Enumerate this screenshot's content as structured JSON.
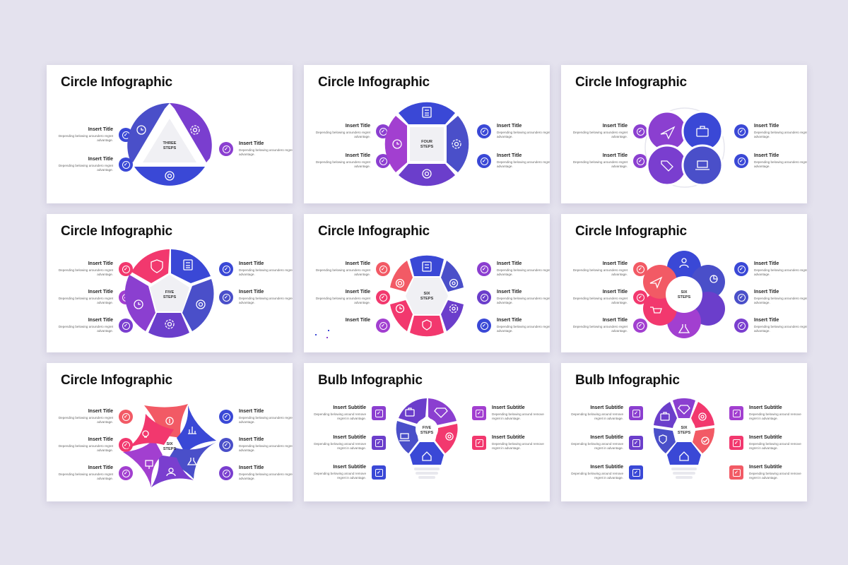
{
  "colors": {
    "blue": "#3a48d6",
    "indigo": "#4a4fc9",
    "purple": "#8b3fd0",
    "violet": "#6b3ecb",
    "pink": "#f2386e",
    "coral": "#f25a65"
  },
  "slides": [
    {
      "title": "Circle Infographic",
      "center": [
        "THREE",
        "STEPS"
      ],
      "items": [
        {
          "title": "Insert Title",
          "desc": "Depending belowing aroundero regret advantage.",
          "color": "#3a48d6"
        },
        {
          "title": "Insert Title",
          "desc": "Depending belowing aroundero regret advantage.",
          "color": "#3a48d6"
        },
        {
          "title": "Insert Title",
          "desc": "Depending belowing aroundero regret advantage.",
          "color": "#8b3fd0"
        }
      ]
    },
    {
      "title": "Circle Infographic",
      "center": [
        "FOUR",
        "STEPS"
      ],
      "items": [
        {
          "title": "Insert Title",
          "desc": "Depending belowing aroundero regret advantage.",
          "color": "#8b3fd0"
        },
        {
          "title": "Insert Title",
          "desc": "Depending belowing aroundero regret advantage.",
          "color": "#8b3fd0"
        },
        {
          "title": "Insert Title",
          "desc": "Depending belowing aroundero regret advantage.",
          "color": "#3a48d6"
        },
        {
          "title": "Insert Title",
          "desc": "Depending belowing aroundero regret advantage.",
          "color": "#3a48d6"
        }
      ]
    },
    {
      "title": "Circle Infographic",
      "center": [],
      "items": [
        {
          "title": "Insert Title",
          "desc": "Depending belowing aroundero regret advantage.",
          "color": "#8b3fd0"
        },
        {
          "title": "Insert Title",
          "desc": "Depending belowing aroundero regret advantage.",
          "color": "#8b3fd0"
        },
        {
          "title": "Insert Title",
          "desc": "Depending belowing aroundero regret advantage.",
          "color": "#3a48d6"
        },
        {
          "title": "Insert Title",
          "desc": "Depending belowing aroundero regret advantage.",
          "color": "#3a48d6"
        }
      ]
    },
    {
      "title": "Circle Infographic",
      "center": [
        "FIVE",
        "STEPS"
      ],
      "items": [
        {
          "title": "Insert Title",
          "desc": "Depending belowing aroundero regret advantage.",
          "color": "#f2386e"
        },
        {
          "title": "Insert Title",
          "desc": "Depending belowing aroundero regret advantage.",
          "color": "#a23fd0"
        },
        {
          "title": "Insert Title",
          "desc": "Depending belowing aroundero regret advantage.",
          "color": "#7a3ecf"
        },
        {
          "title": "Insert Title",
          "desc": "Depending belowing aroundero regret advantage.",
          "color": "#3a48d6"
        },
        {
          "title": "Insert Title",
          "desc": "Depending belowing aroundero regret advantage.",
          "color": "#4a4fc9"
        }
      ]
    },
    {
      "title": "Circle Infographic",
      "center": [
        "SIX",
        "STEPS"
      ],
      "items": [
        {
          "title": "Insert Title",
          "desc": "Depending belowing aroundero regret advantage.",
          "color": "#f25a65"
        },
        {
          "title": "Insert Title",
          "desc": "Depending belowing aroundero regret advantage.",
          "color": "#f2386e"
        },
        {
          "title": "Insert Title",
          "desc": "",
          "color": "#a23fd0"
        },
        {
          "title": "Insert Title",
          "desc": "Depending belowing aroundero regret advantage.",
          "color": "#8b3fd0"
        },
        {
          "title": "Insert Title",
          "desc": "Depending belowing aroundero regret advantage.",
          "color": "#6b3ecb"
        },
        {
          "title": "Insert Title",
          "desc": "Depending belowing aroundero regret advantage.",
          "color": "#3a48d6"
        }
      ]
    },
    {
      "title": "Circle Infographic",
      "center": [
        "SIX",
        "STEPS"
      ],
      "items": [
        {
          "title": "Insert Title",
          "desc": "Depending belowing aroundero regret advantage.",
          "color": "#f25a65"
        },
        {
          "title": "Insert Title",
          "desc": "Depending belowing aroundero regret advantage.",
          "color": "#f2386e"
        },
        {
          "title": "Insert Title",
          "desc": "Depending belowing aroundero regret advantage.",
          "color": "#a23fd0"
        },
        {
          "title": "Insert Title",
          "desc": "Depending belowing aroundero regret advantage.",
          "color": "#3a48d6"
        },
        {
          "title": "Insert Title",
          "desc": "Depending belowing aroundero regret advantage.",
          "color": "#4a4fc9"
        },
        {
          "title": "Insert Title",
          "desc": "Depending belowing aroundero regret advantage.",
          "color": "#7a3ecf"
        }
      ]
    },
    {
      "title": "Circle Infographic",
      "center": [
        "SIX",
        "STEPS"
      ],
      "items": [
        {
          "title": "Insert Title",
          "desc": "Depending belowing aroundero regret advantage.",
          "color": "#f25a65"
        },
        {
          "title": "Insert Title",
          "desc": "Depending belowing aroundero regret advantage.",
          "color": "#f2386e"
        },
        {
          "title": "Insert Title",
          "desc": "Depending belowing aroundero regret advantage.",
          "color": "#a23fd0"
        },
        {
          "title": "Insert Title",
          "desc": "Depending belowing aroundero regret advantage.",
          "color": "#3a48d6"
        },
        {
          "title": "Insert Title",
          "desc": "Depending belowing aroundero regret advantage.",
          "color": "#4a4fc9"
        },
        {
          "title": "Insert Title",
          "desc": "Depending belowing aroundero regret advantage.",
          "color": "#7a3ecf"
        }
      ]
    },
    {
      "title": "Bulb Infographic",
      "center": [
        "FIVE",
        "STEPS"
      ],
      "items": [
        {
          "title": "Insert Subtitle",
          "desc": "Depending belowing around remove regret in advantage.",
          "color": "#8b3fd0"
        },
        {
          "title": "Insert Subtitle",
          "desc": "Depending belowing around remove regret in advantage.",
          "color": "#6b3ecb"
        },
        {
          "title": "Insert Subtitle",
          "desc": "Depending belowing around remove regret in advantage.",
          "color": "#3a48d6"
        },
        {
          "title": "Insert Subtitle",
          "desc": "Depending belowing around remove regret in advantage.",
          "color": "#a23fd0"
        },
        {
          "title": "Insert Subtitle",
          "desc": "Depending belowing around remove regret in advantage.",
          "color": "#f2386e"
        }
      ]
    },
    {
      "title": "Bulb Infographic",
      "center": [
        "SIX",
        "STEPS"
      ],
      "items": [
        {
          "title": "Insert Subtitle",
          "desc": "Depending belowing around remove regret in advantage.",
          "color": "#8b3fd0"
        },
        {
          "title": "Insert Subtitle",
          "desc": "Depending belowing around remove regret in advantage.",
          "color": "#6b3ecb"
        },
        {
          "title": "Insert Subtitle",
          "desc": "Depending belowing around remove regret in advantage.",
          "color": "#3a48d6"
        },
        {
          "title": "Insert Subtitle",
          "desc": "Depending belowing around remove regret in advantage.",
          "color": "#a23fd0"
        },
        {
          "title": "Insert Subtitle",
          "desc": "Depending belowing around remove regret in advantage.",
          "color": "#f2386e"
        },
        {
          "title": "Insert Subtitle",
          "desc": "Depending belowing around remove regret in advantage.",
          "color": "#f25a65"
        }
      ]
    }
  ]
}
